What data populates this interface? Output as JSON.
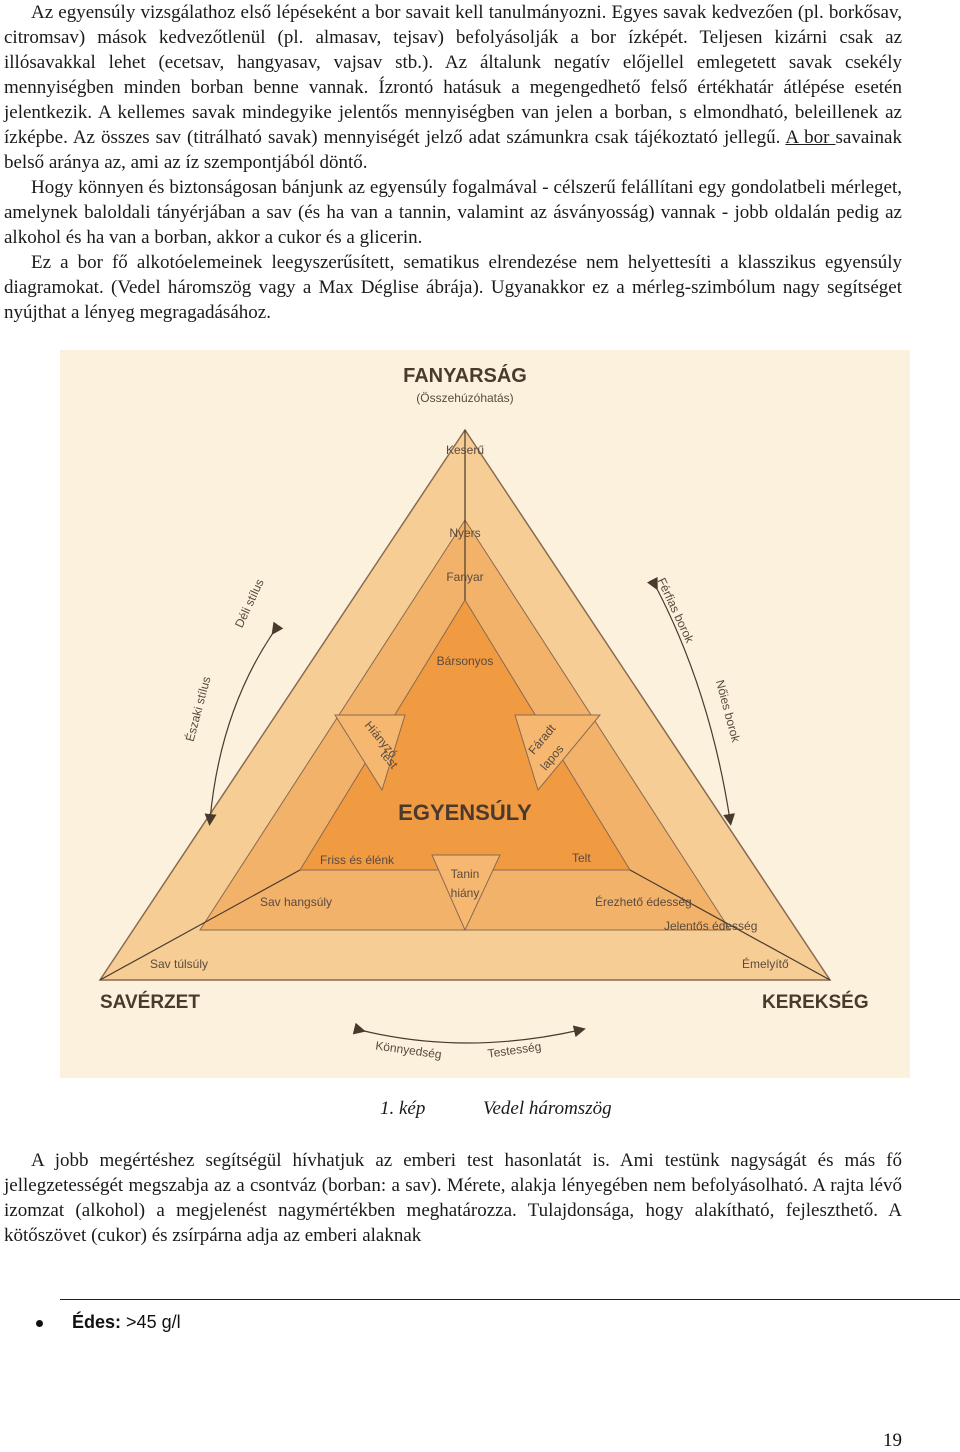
{
  "paragraphs": [
    {
      "id": "p1",
      "segments": [
        {
          "text": "Az egyensúly vizsgálathoz első lépéseként a bor savait kell tanulmányozni. Egyes savak kedvezően (pl. borkősav, citromsav) mások kedvezőtlenül (pl. almasav, tejsav) befolyásolják a bor ízképét. Teljesen kizárni csak az illósavakkal lehet (ecetsav, hangyasav, vajsav stb.). Az általunk negatív előjellel emlegetett savak csekély mennyiségben minden borban benne vannak. Ízrontó hatásuk a megengedhető felső értékhatár átlépése esetén jelentkezik. A kellemes savak mindegyike jelentős mennyiségben van jelen a borban, s elmondható, beleillenek az ízképbe. Az összes sav (titrálható savak) mennyiségét jelző adat számunkra csak tájékoztató jellegű. ",
          "underline": false
        },
        {
          "text": "A bor ",
          "underline": true
        },
        {
          "text": "savainak belső aránya az, ami az íz szempontjából döntő.",
          "underline": false
        }
      ]
    },
    {
      "id": "p2",
      "segments": [
        {
          "text": "Hogy könnyen és biztonságosan bánjunk az egyensúly fogalmával - célszerű felállítani egy gondolatbeli mérleget, amelynek baloldali tányérjában a sav (és ha van a tannin, valamint az ásványosság) vannak - jobb oldalán pedig az alkohol és ha van a borban, akkor a cukor és a glicerin.",
          "underline": false
        }
      ]
    },
    {
      "id": "p3",
      "segments": [
        {
          "text": "Ez a bor fő alkotóelemeinek leegyszerűsített, sematikus elrendezése nem helyettesíti a klasszikus egyensúly diagramokat. (Vedel háromszög vagy a Max Déglise ábrája). Ugyanakkor ez a mérleg-szimbólum nagy segítséget nyújthat a lényeg megragadásához.",
          "underline": false
        }
      ]
    }
  ],
  "diagram": {
    "top_title": "FANYARSÁG",
    "top_subtitle": "(Összehúzóhatás)",
    "center_title": "EGYENSÚLY",
    "left_corner": "SAVÉRZET",
    "right_corner": "KEREKSÉG",
    "vertical_labels": [
      "Keserű",
      "Nyers",
      "Fanyar",
      "Bársonyos"
    ],
    "left_labels": [
      "Friss és élénk",
      "Sav hangsúly",
      "Sav túlsúly"
    ],
    "right_labels": [
      "Telt",
      "Érezhető édesség",
      "Jelentős édesség",
      "Émelyítő"
    ],
    "inner_left": [
      "Hiányzó",
      "test"
    ],
    "inner_right": [
      "Fáradt",
      "lapos"
    ],
    "inner_bottom": [
      "Tanin",
      "hiány"
    ],
    "outer_left_top": "Déli stílus",
    "outer_left_bottom": "Északi stílus",
    "outer_right_top": "Férfias borok",
    "outer_right_bottom": "Nőies borok",
    "bottom_left": "Könnyedség",
    "bottom_right": "Testesség",
    "colors": {
      "background": "#fcf1dc",
      "outer_triangle": "#f6cd95",
      "middle_triangle": "#f3b26a",
      "inner_triangle": "#f09a42",
      "text": "#4a3a2e"
    }
  },
  "caption": {
    "number": "1. kép",
    "title": "Vedel háromszög"
  },
  "paragraph_after": "A jobb megértéshez segítségül hívhatjuk az emberi test hasonlatát is. Ami testünk nagyságát és más fő jellegzetességét megszabja az a csontváz (borban: a sav). Mérete, alakja lényegében nem befolyásolható. A rajta lévő izomzat (alkohol) a megjelenést nagymértékben meghatározza. Tulajdonsága, hogy alakítható, fejleszthető. A kötőszövet (cukor) és zsírpárna adja az emberi alaknak",
  "footer": {
    "bullet_label": "Édes:",
    "bullet_value": ">45 g/l",
    "page_number": "19"
  }
}
